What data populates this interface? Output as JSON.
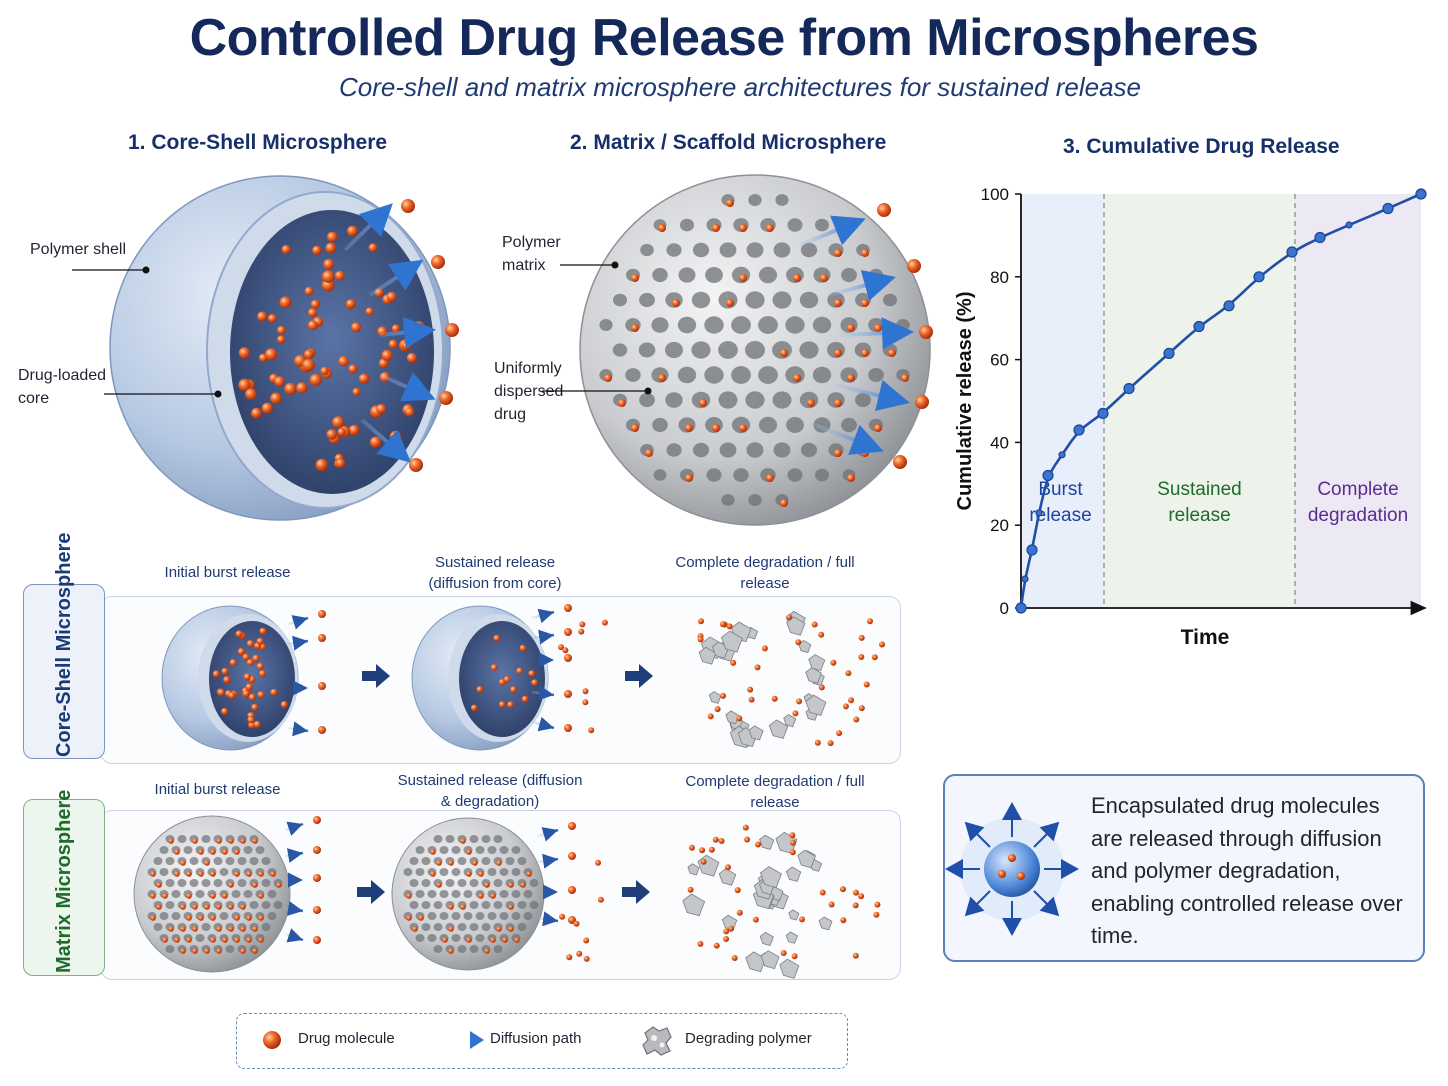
{
  "header": {
    "title": "Controlled Drug Release from Microspheres",
    "subtitle": "Core-shell and matrix microsphere architectures for sustained release"
  },
  "core_shell": {
    "heading": "1. Core-Shell Microsphere",
    "label_shell": "Polymer shell",
    "label_core": "Drug-loaded core"
  },
  "matrix": {
    "heading": "2. Matrix / Scaffold Microsphere",
    "label_matrix": "Polymer matrix",
    "label_drug": "Uniformly dispersed drug"
  },
  "release_chart": {
    "heading": "3. Cumulative Drug Release"
  },
  "chart_data": {
    "type": "line",
    "title": "3. Cumulative Drug Release",
    "xlabel": "Time",
    "ylabel": "Cumulative release (%)",
    "ylim": [
      0,
      100
    ],
    "yticks": [
      0,
      20,
      40,
      60,
      80,
      100
    ],
    "x_ticks_shown": false,
    "series": [
      {
        "values": [
          0,
          7,
          14,
          23,
          32,
          37,
          43,
          47,
          53,
          61.5,
          68,
          73,
          80,
          86,
          89.5,
          92.5,
          96.5,
          100
        ]
      }
    ],
    "regions": [
      {
        "label": "Burst release",
        "color": "#e8eefa"
      },
      {
        "label": "Sustained release",
        "color": "#edf3ea"
      },
      {
        "label": "Complete degradation",
        "color": "#ece9f5"
      }
    ],
    "region_label_colors": [
      "#1d44a0",
      "#1f6b2a",
      "#5b2d8e"
    ],
    "line_color": "#1f4fa8"
  },
  "stages": {
    "core_shell_row": {
      "tag": "Core-Shell Microsphere",
      "burst": "Initial burst release",
      "sustained": "Sustained release (diffusion from core)",
      "complete": "Complete degradation / full release"
    },
    "matrix_row": {
      "tag": "Matrix Microsphere",
      "burst": "Initial burst release",
      "sustained": "Sustained release (diffusion & degradation)",
      "complete": "Complete degradation / full release"
    }
  },
  "legend": {
    "drug": "Drug molecule",
    "diffusion": "Diffusion path",
    "degrading": "Degrading polymer"
  },
  "info_box": {
    "text": "Encapsulated drug molecules are released through diffusion and polymer degradation, enabling controlled release over time."
  },
  "colors": {
    "title": "#14295a",
    "drug": "#e0521f",
    "shell": "#b3c6e0",
    "matrix": "#d4d6d9",
    "core_shell_tag": "#1d3a78",
    "matrix_tag": "#1f6b2a"
  }
}
